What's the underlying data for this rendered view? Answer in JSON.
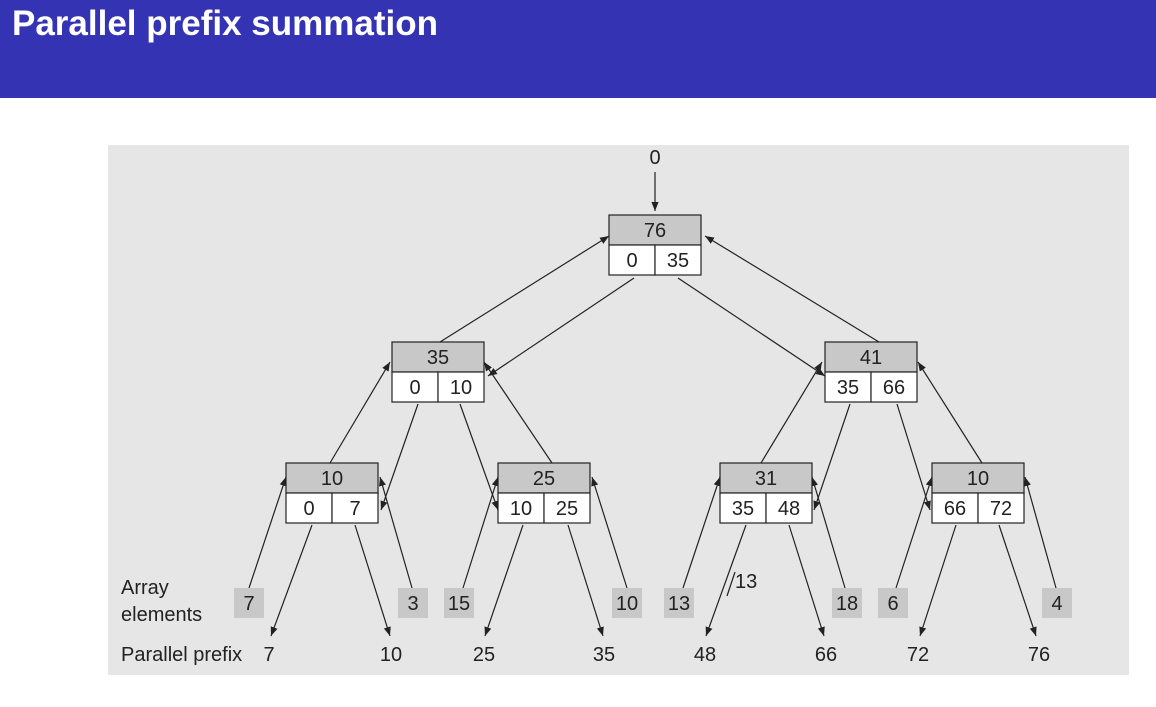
{
  "slide": {
    "title": "Parallel prefix summation"
  },
  "diagram": {
    "root_input": "0",
    "labels": {
      "array_line1": "Array",
      "array_line2": "elements",
      "prefix": "Parallel prefix"
    },
    "annotation": "13",
    "nodes": [
      {
        "sum": "76",
        "left": "0",
        "right": "35"
      },
      {
        "sum": "35",
        "left": "0",
        "right": "10"
      },
      {
        "sum": "41",
        "left": "35",
        "right": "66"
      },
      {
        "sum": "10",
        "left": "0",
        "right": "7"
      },
      {
        "sum": "25",
        "left": "10",
        "right": "25"
      },
      {
        "sum": "31",
        "left": "35",
        "right": "48"
      },
      {
        "sum": "10",
        "left": "66",
        "right": "72"
      }
    ],
    "array_elements": [
      "7",
      "3",
      "15",
      "10",
      "13",
      "18",
      "6",
      "4"
    ],
    "prefix_results": [
      "7",
      "10",
      "25",
      "35",
      "48",
      "66",
      "72",
      "76"
    ]
  },
  "colors": {
    "header": "#3333b3",
    "panel": "#e6e6e6",
    "node_top": "#c8c8c8",
    "element_box": "#c8c8c8"
  }
}
